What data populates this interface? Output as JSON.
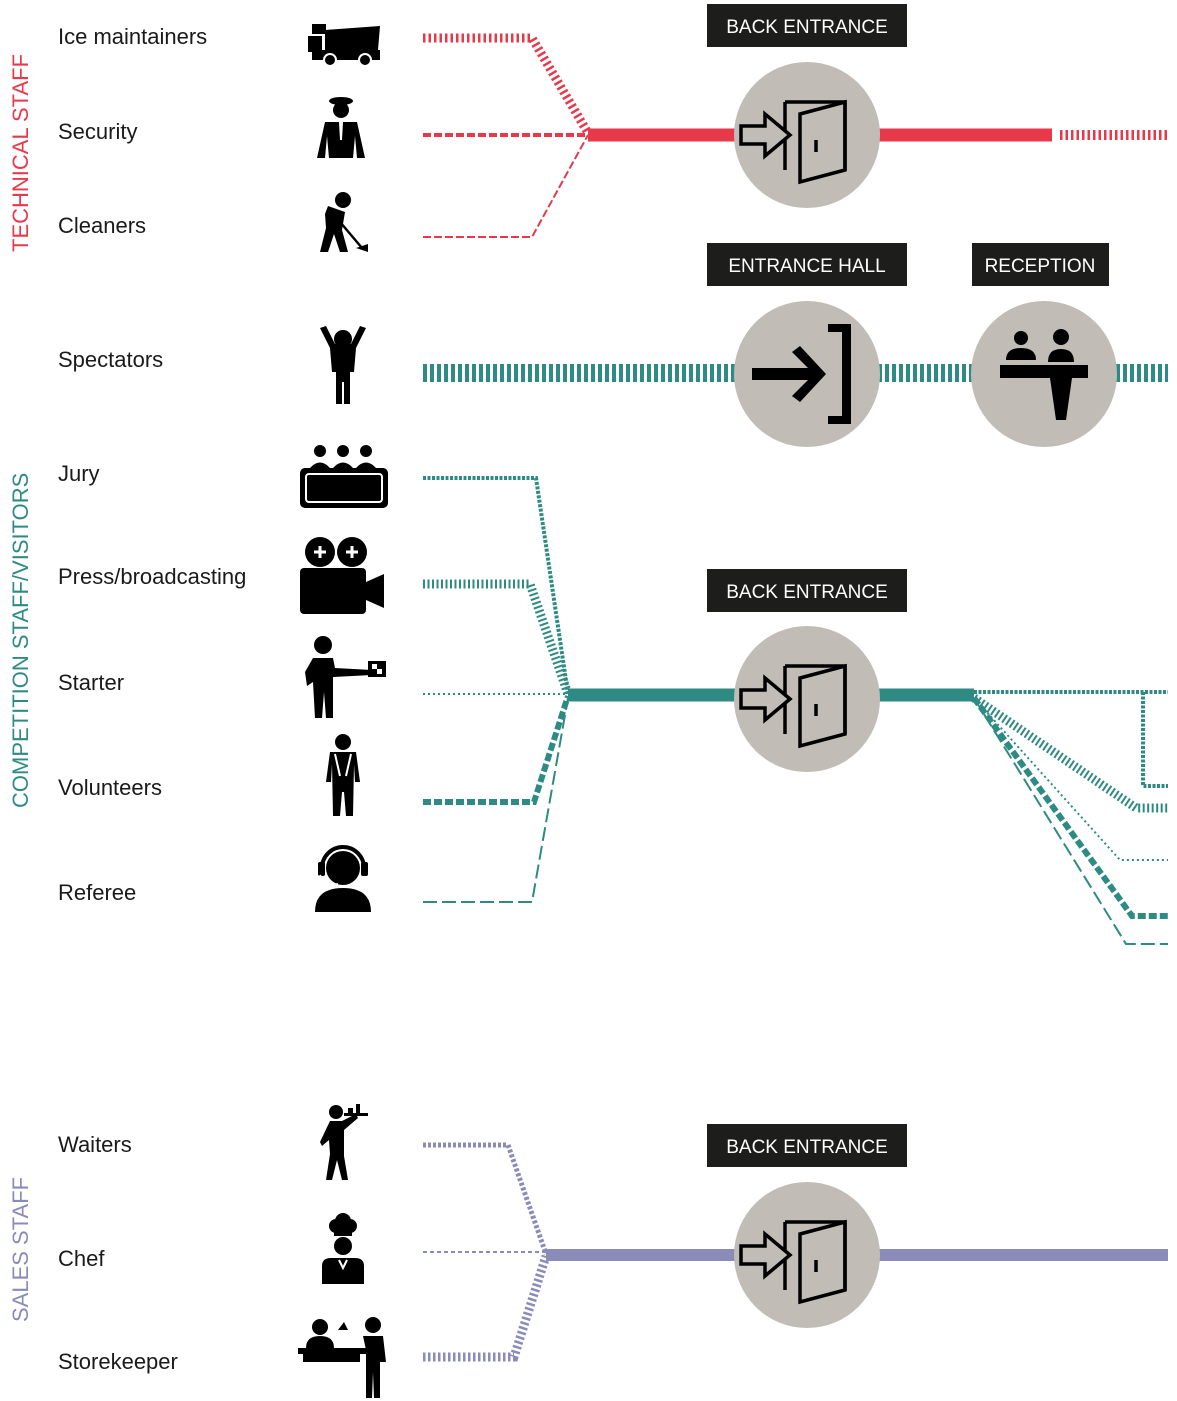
{
  "colors": {
    "technical": "#e8394b",
    "competition": "#2e8b84",
    "sales": "#8b8bba",
    "node": "#c2bcb6",
    "tag": "#1d1d1b",
    "icon": "#000000"
  },
  "groups": {
    "technical": {
      "label": "TECHNICAL STAFF"
    },
    "competition": {
      "label": "COMPETITION STAFF/VISITORS"
    },
    "sales": {
      "label": "SALES STAFF"
    }
  },
  "roles": {
    "ice_maintainers": {
      "label": "Ice maintainers",
      "icon": "ice-resurfacer-icon"
    },
    "security": {
      "label": "Security",
      "icon": "security-guard-icon"
    },
    "cleaners": {
      "label": "Cleaners",
      "icon": "cleaner-sweeping-icon"
    },
    "spectators": {
      "label": "Spectators",
      "icon": "cheering-spectator-icon"
    },
    "jury": {
      "label": "Jury",
      "icon": "jury-panel-icon"
    },
    "press": {
      "label": "Press/broadcasting",
      "icon": "film-camera-icon"
    },
    "starter": {
      "label": "Starter",
      "icon": "starter-flag-icon"
    },
    "volunteers": {
      "label": "Volunteers",
      "icon": "volunteer-vest-icon"
    },
    "referee": {
      "label": "Referee",
      "icon": "referee-headset-icon"
    },
    "waiters": {
      "label": "Waiters",
      "icon": "waiter-tray-icon"
    },
    "chef": {
      "label": "Chef",
      "icon": "chef-hat-icon"
    },
    "storekeeper": {
      "label": "Storekeeper",
      "icon": "storekeeper-counter-icon"
    }
  },
  "nodes": {
    "back_entrance_technical": {
      "label": "BACK ENTRANCE",
      "icon": "door-enter-icon"
    },
    "entrance_hall": {
      "label": "ENTRANCE HALL",
      "icon": "arrow-enter-icon"
    },
    "reception": {
      "label": "RECEPTION",
      "icon": "reception-desk-icon"
    },
    "back_entrance_competition": {
      "label": "BACK ENTRANCE",
      "icon": "door-enter-icon"
    },
    "back_entrance_sales": {
      "label": "BACK ENTRANCE",
      "icon": "door-enter-icon"
    }
  }
}
